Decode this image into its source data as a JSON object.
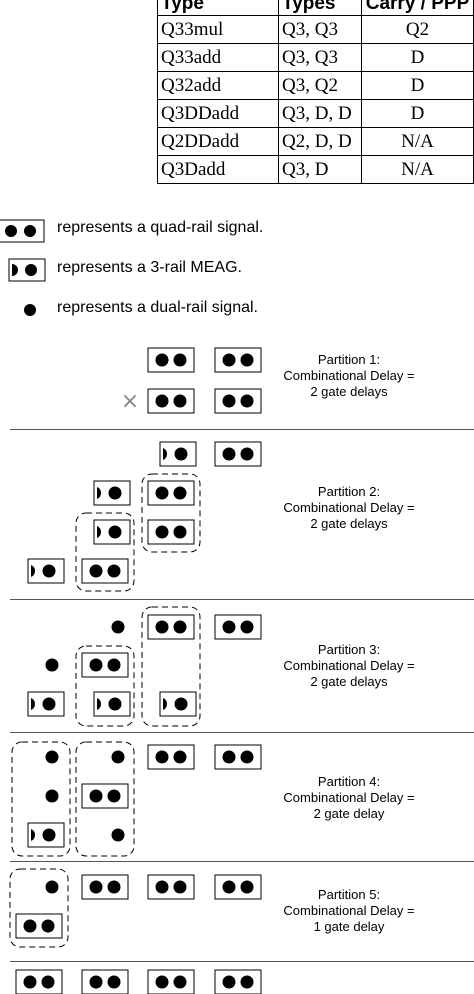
{
  "table": {
    "headers": [
      "Type",
      "Types",
      "Carry / PPP"
    ],
    "rows": [
      [
        "Q33mul",
        "Q3, Q3",
        "Q2"
      ],
      [
        "Q33add",
        "Q3, Q3",
        "D"
      ],
      [
        "Q32add",
        "Q3, Q2",
        "D"
      ],
      [
        "Q3DDadd",
        "Q3, D, D",
        "D"
      ],
      [
        "Q2DDadd",
        "Q2, D, D",
        "N/A"
      ],
      [
        "Q3Dadd",
        "Q3, D",
        "N/A"
      ]
    ]
  },
  "legend": {
    "quad": "represents a quad-rail signal.",
    "meag": "represents a 3-rail MEAG.",
    "dual": "represents a dual-rail signal."
  },
  "multiply_symbol": "×",
  "partitions": [
    {
      "lines": [
        "Partition 1:",
        "Combinational Delay =",
        "2 gate delays"
      ]
    },
    {
      "lines": [
        "Partition 2:",
        "Combinational Delay =",
        "2 gate delays"
      ]
    },
    {
      "lines": [
        "Partition 3:",
        "Combinational Delay =",
        "2 gate delays"
      ]
    },
    {
      "lines": [
        "Partition 4:",
        "Combinational Delay =",
        "2 gate delay"
      ]
    },
    {
      "lines": [
        "Partition 5:",
        "Combinational Delay =",
        "1 gate delay"
      ]
    }
  ]
}
